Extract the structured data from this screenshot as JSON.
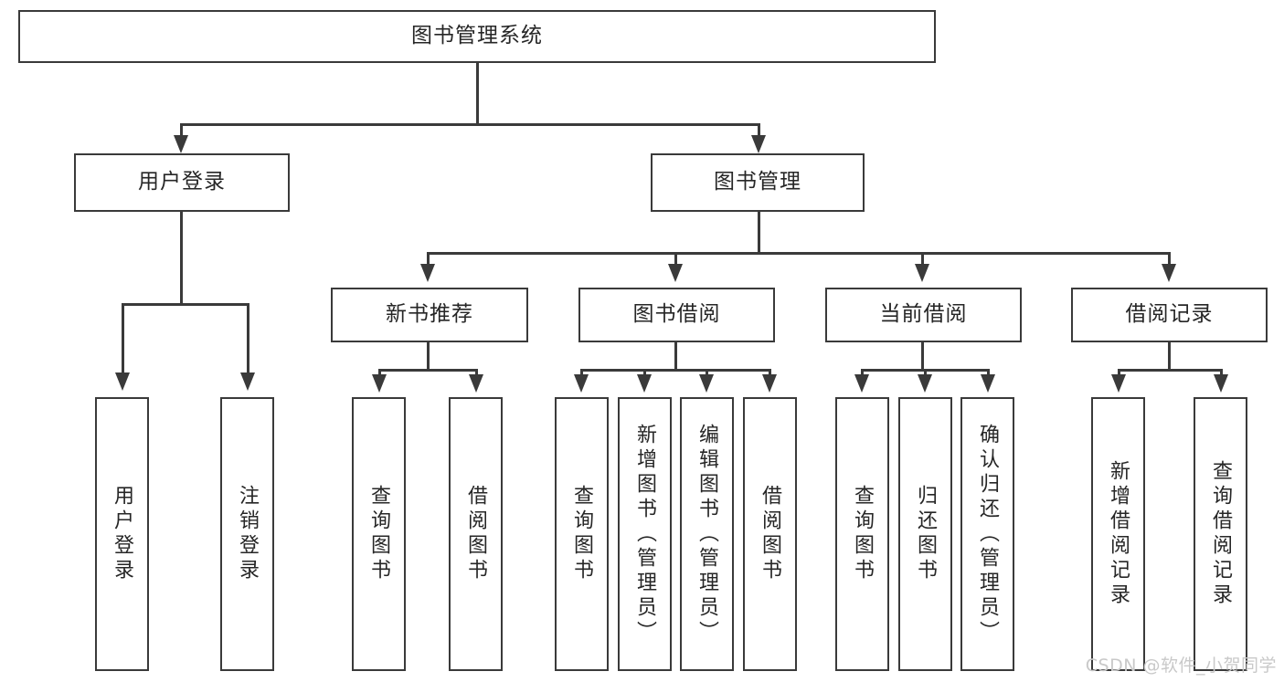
{
  "diagram": {
    "title": "图书管理系统",
    "type": "tree",
    "watermark": "CSDN @软件_小贺同学",
    "colors": {
      "box_border": "#3a3a3a",
      "box_fill": "#ffffff",
      "text": "#262626",
      "connector": "#3a3a3a",
      "watermark": "#c9c9c9",
      "background": "#ffffff"
    },
    "root": {
      "label": "图书管理系统"
    },
    "level2": [
      {
        "label": "用户登录"
      },
      {
        "label": "图书管理"
      }
    ],
    "level3": [
      {
        "label": "新书推荐"
      },
      {
        "label": "图书借阅"
      },
      {
        "label": "当前借阅"
      },
      {
        "label": "借阅记录"
      }
    ],
    "leaves": {
      "user_login": [
        {
          "label": "用户登录"
        },
        {
          "label": "注销登录"
        }
      ],
      "new_book": [
        {
          "label": "查询图书"
        },
        {
          "label": "借阅图书"
        }
      ],
      "borrow_book": [
        {
          "label": "查询图书"
        },
        {
          "label": "新增图书（管理员）"
        },
        {
          "label": "编辑图书（管理员）"
        },
        {
          "label": "借阅图书"
        }
      ],
      "current_borrow": [
        {
          "label": "查询图书"
        },
        {
          "label": "归还图书"
        },
        {
          "label": "确认归还（管理员）"
        }
      ],
      "borrow_record": [
        {
          "label": "新增借阅记录"
        },
        {
          "label": "查询借阅记录"
        }
      ]
    }
  }
}
